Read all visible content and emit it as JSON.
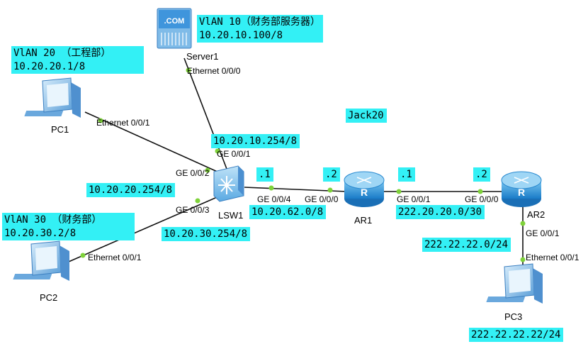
{
  "colors": {
    "link": "#111111",
    "port_dot": "#7fd23a",
    "label_bg": "#33f0f5",
    "router_body": "#2a9fe0",
    "pc_body": "#7fb9e6"
  },
  "devices": {
    "server1": "Server1",
    "server_badge": ".COM",
    "pc1": "PC1",
    "pc2": "PC2",
    "pc3": "PC3",
    "lsw1": "LSW1",
    "ar1": "AR1",
    "ar2": "AR2"
  },
  "ports": {
    "server_eth": "Ethernet 0/0/0",
    "pc1_eth": "Ethernet 0/0/1",
    "pc2_eth": "Ethernet 0/0/1",
    "pc3_eth": "Ethernet 0/0/1",
    "lsw_g1": "GE 0/0/1",
    "lsw_g2": "GE 0/0/2",
    "lsw_g3": "GE 0/0/3",
    "lsw_g4": "GE 0/0/4",
    "ar1_g0": "GE 0/0/0",
    "ar1_g1": "GE 0/0/1",
    "ar2_g0": "GE 0/0/0",
    "ar2_g1": "GE 0/0/1"
  },
  "annotations": {
    "vlan10_line1": "VlAN 10（财务部服务器）",
    "vlan10_line2": "10.20.10.100/8",
    "vlan20_line1": "VlAN 20 （工程部）",
    "vlan20_line2": "10.20.20.1/8",
    "vlan30_line1": "VlAN 30 （财务部）",
    "vlan30_line2": "10.20.30.2/8",
    "gw10": "10.20.10.254/8",
    "gw20": "10.20.20.254/8",
    "gw30": "10.20.30.254/8",
    "net62": "10.20.62.0/8",
    "net222_20": "222.20.20.0/30",
    "net222_22": "222.22.22.0/24",
    "pc3_ip": "222.22.22.22/24",
    "dot1_a": ".1",
    "dot2_a": ".2",
    "dot1_b": ".1",
    "dot2_b": ".2",
    "author": "Jack20"
  }
}
